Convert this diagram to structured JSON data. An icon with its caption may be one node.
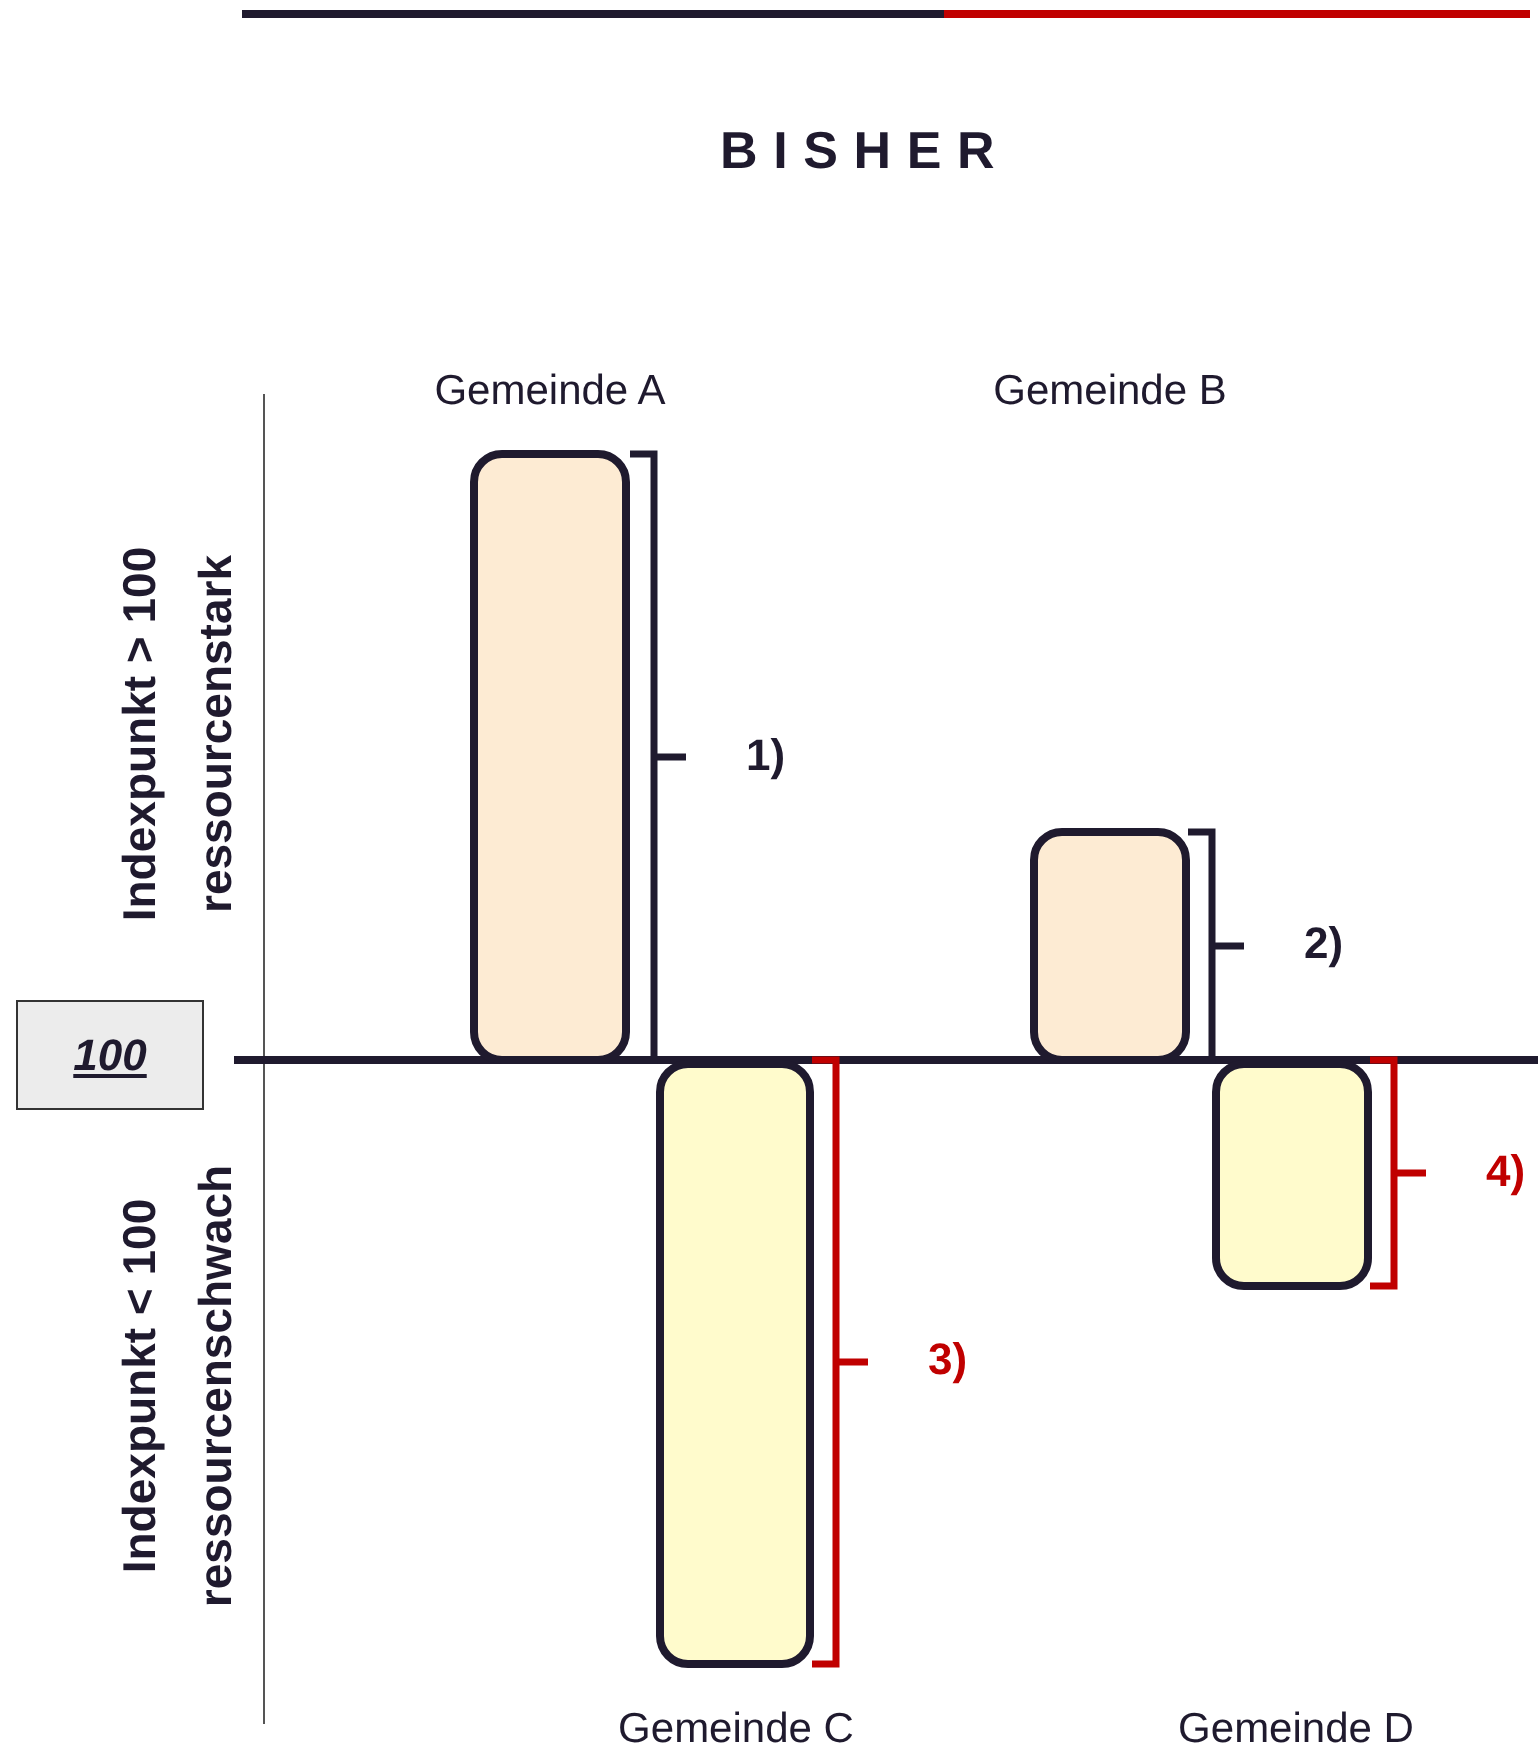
{
  "diagram": {
    "title": "BISHER",
    "nodes": [
      {
        "text": [
          "100"
        ]
      },
      {
        "text": [],
        "shape": "bar",
        "beside": [
          "1)"
        ]
      },
      {
        "text": [],
        "shape": "bar",
        "beside": [
          "2)"
        ]
      },
      {
        "text": [],
        "shape": "bar",
        "beside": [
          "3)"
        ]
      },
      {
        "text": [],
        "shape": "bar",
        "beside": [
          "4)"
        ]
      }
    ],
    "labels": [
      "Gemeinde A",
      "Gemeinde B",
      "Indexpunkt > 100",
      "ressourcenstark",
      "Indexpunkt < 100",
      "ressourcenschwach",
      "Gemeinde C",
      "Gemeinde D"
    ]
  }
}
